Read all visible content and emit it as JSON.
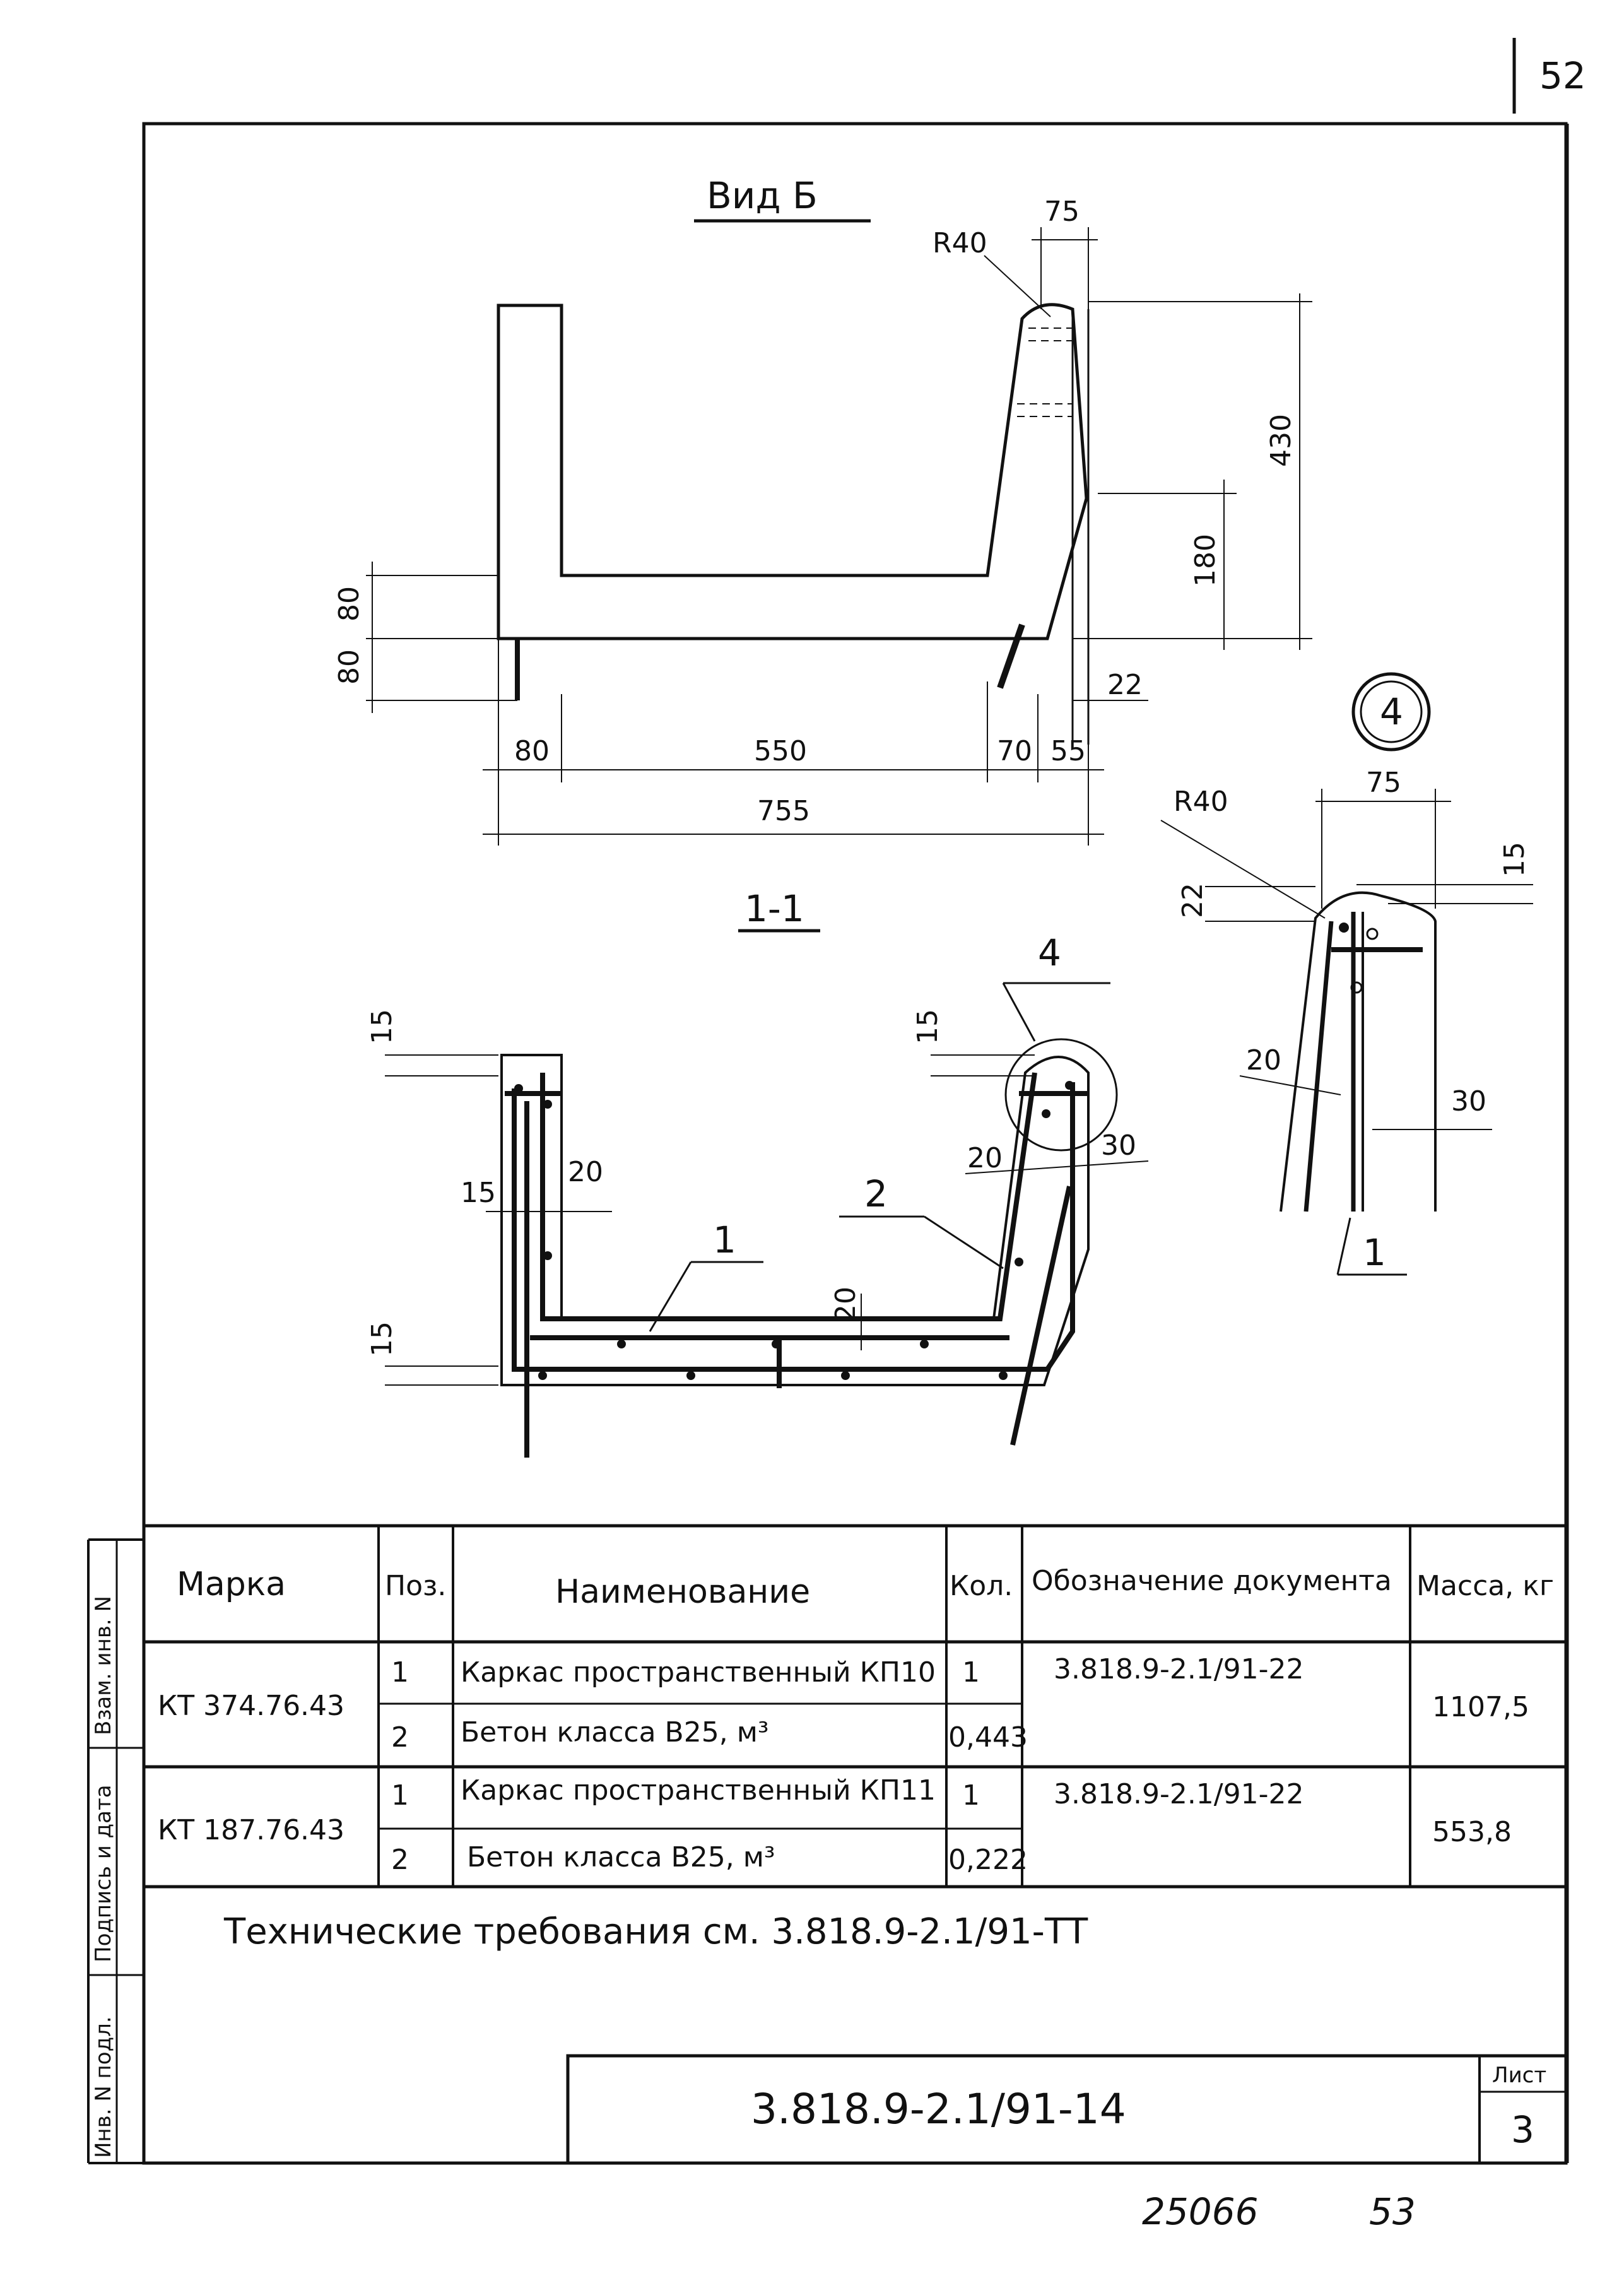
{
  "page_number": "52",
  "view_b": {
    "title": "Вид Б",
    "dims": {
      "r": "R40",
      "top": "75",
      "height": "430",
      "h2": "180",
      "left_a": "80",
      "left_b": "80",
      "d22": "22",
      "b80": "80",
      "b550": "550",
      "b70": "70",
      "b55": "55",
      "total": "755"
    }
  },
  "section": {
    "title": "1-1",
    "callout": "4",
    "dims": {
      "tl15": "15",
      "tr15": "15",
      "m15": "15",
      "m20": "20",
      "r20": "20",
      "r30": "30",
      "bot20": "20",
      "bl15": "15"
    },
    "pos1": "1",
    "pos2": "2"
  },
  "detail": {
    "number": "4",
    "dims": {
      "r": "R40",
      "top": "75",
      "d15": "15",
      "d22": "22",
      "d20": "20",
      "d30": "30"
    },
    "pos1": "1"
  },
  "table": {
    "headers": {
      "mark": "Марка",
      "pos": "Поз.",
      "name": "Наименование",
      "qty": "Кол.",
      "doc": "Обозначение документа",
      "mass": "Масса, кг"
    },
    "rows": [
      {
        "mark": "КТ 374.76.43",
        "pos": "1",
        "name": "Каркас пространственный КП10",
        "qty": "1",
        "doc": "3.818.9-2.1/91-22",
        "mass": "1107,5"
      },
      {
        "mark": "",
        "pos": "2",
        "name": "Бетон класса В25, м³",
        "qty": "0,443",
        "doc": "",
        "mass": ""
      },
      {
        "mark": "КТ 187.76.43",
        "pos": "1",
        "name": "Каркас пространственный КП11",
        "qty": "1",
        "doc": "3.818.9-2.1/91-22",
        "mass": "553,8"
      },
      {
        "mark": "",
        "pos": "2",
        "name": "Бетон класса В25, м³",
        "qty": "0,222",
        "doc": "",
        "mass": ""
      }
    ]
  },
  "tech_requirements": "Технические требования см. 3.818.9-2.1/91-ТТ",
  "sidebar": {
    "vzam": "Взам. инв. N",
    "podpis": "Подпись и дата",
    "inv": "Инв. N подл."
  },
  "stamp": {
    "code": "3.818.9-2.1/91-14",
    "sheet_label": "Лист",
    "sheet_number": "3"
  },
  "footer": {
    "left": "25066",
    "right": "53"
  }
}
